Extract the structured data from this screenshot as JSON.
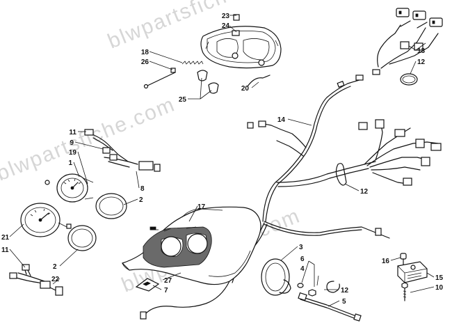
{
  "watermark": {
    "text": "blwpartsfiche.com"
  },
  "callouts": [
    {
      "id": "c23",
      "text": "23"
    },
    {
      "id": "c24",
      "text": "24"
    },
    {
      "id": "c18",
      "text": "18"
    },
    {
      "id": "c26",
      "text": "26"
    },
    {
      "id": "c25",
      "text": "25"
    },
    {
      "id": "c20",
      "text": "20"
    },
    {
      "id": "c13",
      "text": "13"
    },
    {
      "id": "c12a",
      "text": "12"
    },
    {
      "id": "c14",
      "text": "14"
    },
    {
      "id": "c11a",
      "text": "11"
    },
    {
      "id": "c9",
      "text": "9"
    },
    {
      "id": "c19",
      "text": "19"
    },
    {
      "id": "c1",
      "text": "1"
    },
    {
      "id": "c8",
      "text": "8"
    },
    {
      "id": "c2a",
      "text": "2"
    },
    {
      "id": "c17",
      "text": "17"
    },
    {
      "id": "c12b",
      "text": "12"
    },
    {
      "id": "c21",
      "text": "21"
    },
    {
      "id": "c11b",
      "text": "11"
    },
    {
      "id": "c2b",
      "text": "2"
    },
    {
      "id": "c22",
      "text": "22"
    },
    {
      "id": "c27",
      "text": "27"
    },
    {
      "id": "c7",
      "text": "7"
    },
    {
      "id": "c3",
      "text": "3"
    },
    {
      "id": "c4",
      "text": "4"
    },
    {
      "id": "c6",
      "text": "6"
    },
    {
      "id": "c12c",
      "text": "12"
    },
    {
      "id": "c5",
      "text": "5"
    },
    {
      "id": "c16",
      "text": "16"
    },
    {
      "id": "c15",
      "text": "15"
    },
    {
      "id": "c10",
      "text": "10"
    }
  ]
}
